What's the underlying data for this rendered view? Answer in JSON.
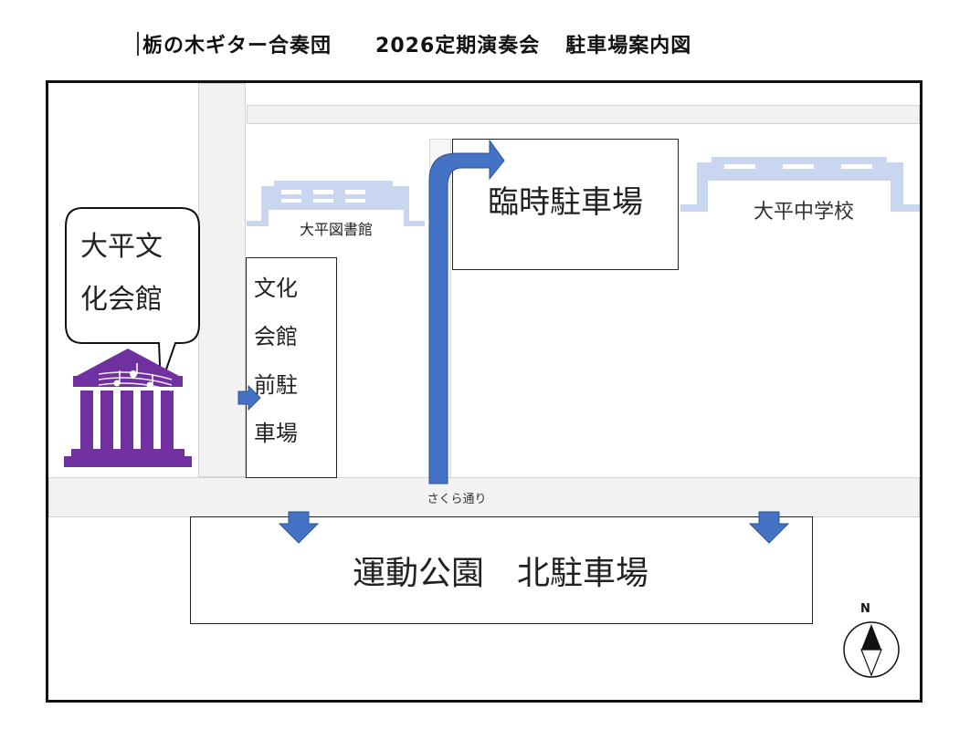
{
  "title": {
    "organizer": "栃の木ギター合奏団",
    "event": "2026定期演奏会",
    "subject": "駐車場案内図"
  },
  "landmarks": {
    "library": "大平図書館",
    "school": "大平中学校",
    "hall_line1": "大平文",
    "hall_line2": "化会館"
  },
  "road": {
    "name": "さくら通り"
  },
  "parking": {
    "temporary": "臨時駐車場",
    "hall_front_lines": [
      "文化",
      "会館",
      "前駐",
      "車場"
    ],
    "park_north": "運動公園　北駐車場"
  },
  "compass": {
    "north_label": "N"
  },
  "colors": {
    "arrow": "#4472c4",
    "building": "#c2d3ed",
    "hall_icon": "#7030a0",
    "road": "#f2f2f2"
  },
  "icons": [
    "concert-hall-icon",
    "route-arrow-icon",
    "down-arrow-icon",
    "compass-icon"
  ]
}
